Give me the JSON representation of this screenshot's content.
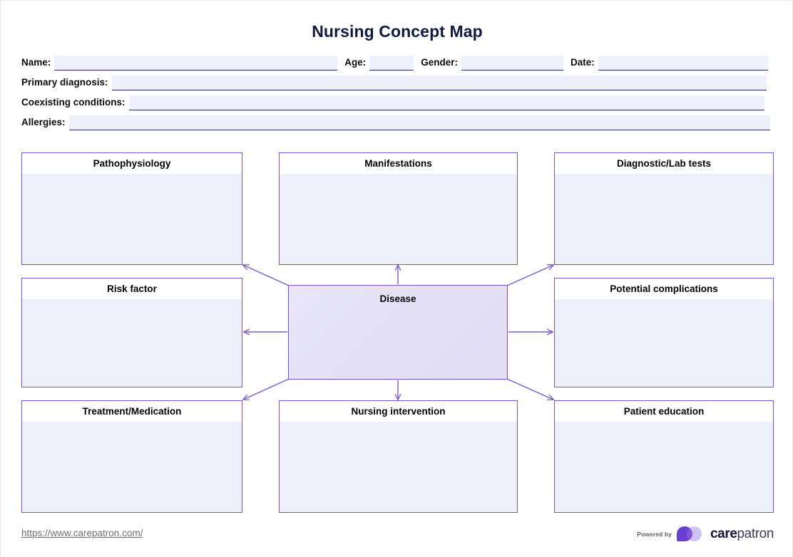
{
  "document": {
    "title": "Nursing Concept Map"
  },
  "form": {
    "rows": [
      {
        "fields": [
          {
            "label": "Name:",
            "value": "",
            "placeholder": ""
          },
          {
            "label": "Age:",
            "value": "",
            "placeholder": ""
          },
          {
            "label": "Gender:",
            "value": "",
            "placeholder": ""
          },
          {
            "label": "Date:",
            "value": "",
            "placeholder": ""
          }
        ]
      },
      {
        "fields": [
          {
            "label": "Primary diagnosis:",
            "value": "",
            "placeholder": ""
          }
        ]
      },
      {
        "fields": [
          {
            "label": "Coexisting conditions:",
            "value": "",
            "placeholder": ""
          }
        ]
      },
      {
        "fields": [
          {
            "label": "Allergies:",
            "value": "",
            "placeholder": ""
          }
        ]
      }
    ]
  },
  "concept_map": {
    "center": {
      "title": "Disease",
      "value": "",
      "placeholder": ""
    },
    "nodes": [
      {
        "title": "Pathophysiology",
        "value": "",
        "placeholder": ""
      },
      {
        "title": "Manifestations",
        "value": "",
        "placeholder": ""
      },
      {
        "title": "Diagnostic/Lab tests",
        "value": "",
        "placeholder": ""
      },
      {
        "title": "Risk factor",
        "value": "",
        "placeholder": ""
      },
      {
        "title": "Potential complications",
        "value": "",
        "placeholder": ""
      },
      {
        "title": "Treatment/Medication",
        "value": "",
        "placeholder": ""
      },
      {
        "title": "Nursing intervention",
        "value": "",
        "placeholder": ""
      },
      {
        "title": "Patient education",
        "value": "",
        "placeholder": ""
      }
    ]
  },
  "footer": {
    "url": "https://www.carepatron.com/",
    "powered_by": "Powered by",
    "brand_first": "care",
    "brand_second": "patron"
  },
  "colors": {
    "title": "#12193f",
    "box_border": "#7a4fd0",
    "box_fill": "#edf0fb",
    "field_fill": "#eef0fb",
    "field_underline": "#2a2f63",
    "arrow": "#7a5ad0",
    "brand_purple": "#6c3fd4"
  }
}
